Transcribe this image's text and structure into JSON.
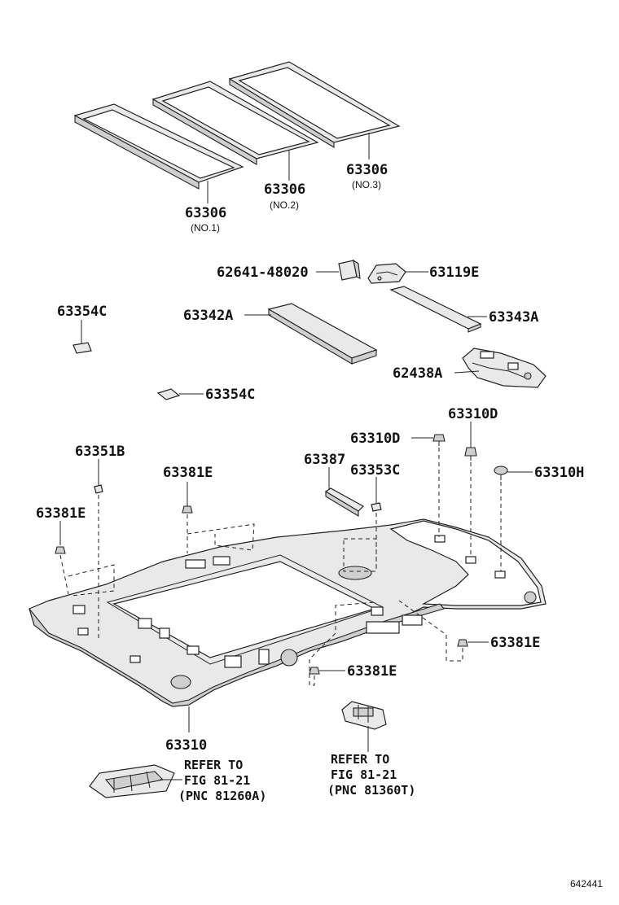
{
  "labels": {
    "shade_no1_pn": "63306",
    "shade_no1_sub": "(NO.1)",
    "shade_no2_pn": "63306",
    "shade_no2_sub": "(NO.2)",
    "shade_no3_pn": "63306",
    "shade_no3_sub": "(NO.3)",
    "p62641": "62641-48020",
    "p63119E": "63119E",
    "p63354C_a": "63354C",
    "p63342A": "63342A",
    "p63343A": "63343A",
    "p62438A": "62438A",
    "p63354C_b": "63354C",
    "p63310D_a": "63310D",
    "p63310D_b": "63310D",
    "p63351B": "63351B",
    "p63387": "63387",
    "p63353C": "63353C",
    "p63381E_a": "63381E",
    "p63310H": "63310H",
    "p63381E_b": "63381E",
    "p63381E_c": "63381E",
    "p63381E_d": "63381E",
    "p63310": "63310"
  },
  "refs": {
    "left": [
      "REFER TO",
      "FIG 81-21",
      "(PNC 81260A)"
    ],
    "right": [
      "REFER TO",
      "FIG 81-21",
      "(PNC 81360T)"
    ]
  },
  "figure_id": "642441"
}
